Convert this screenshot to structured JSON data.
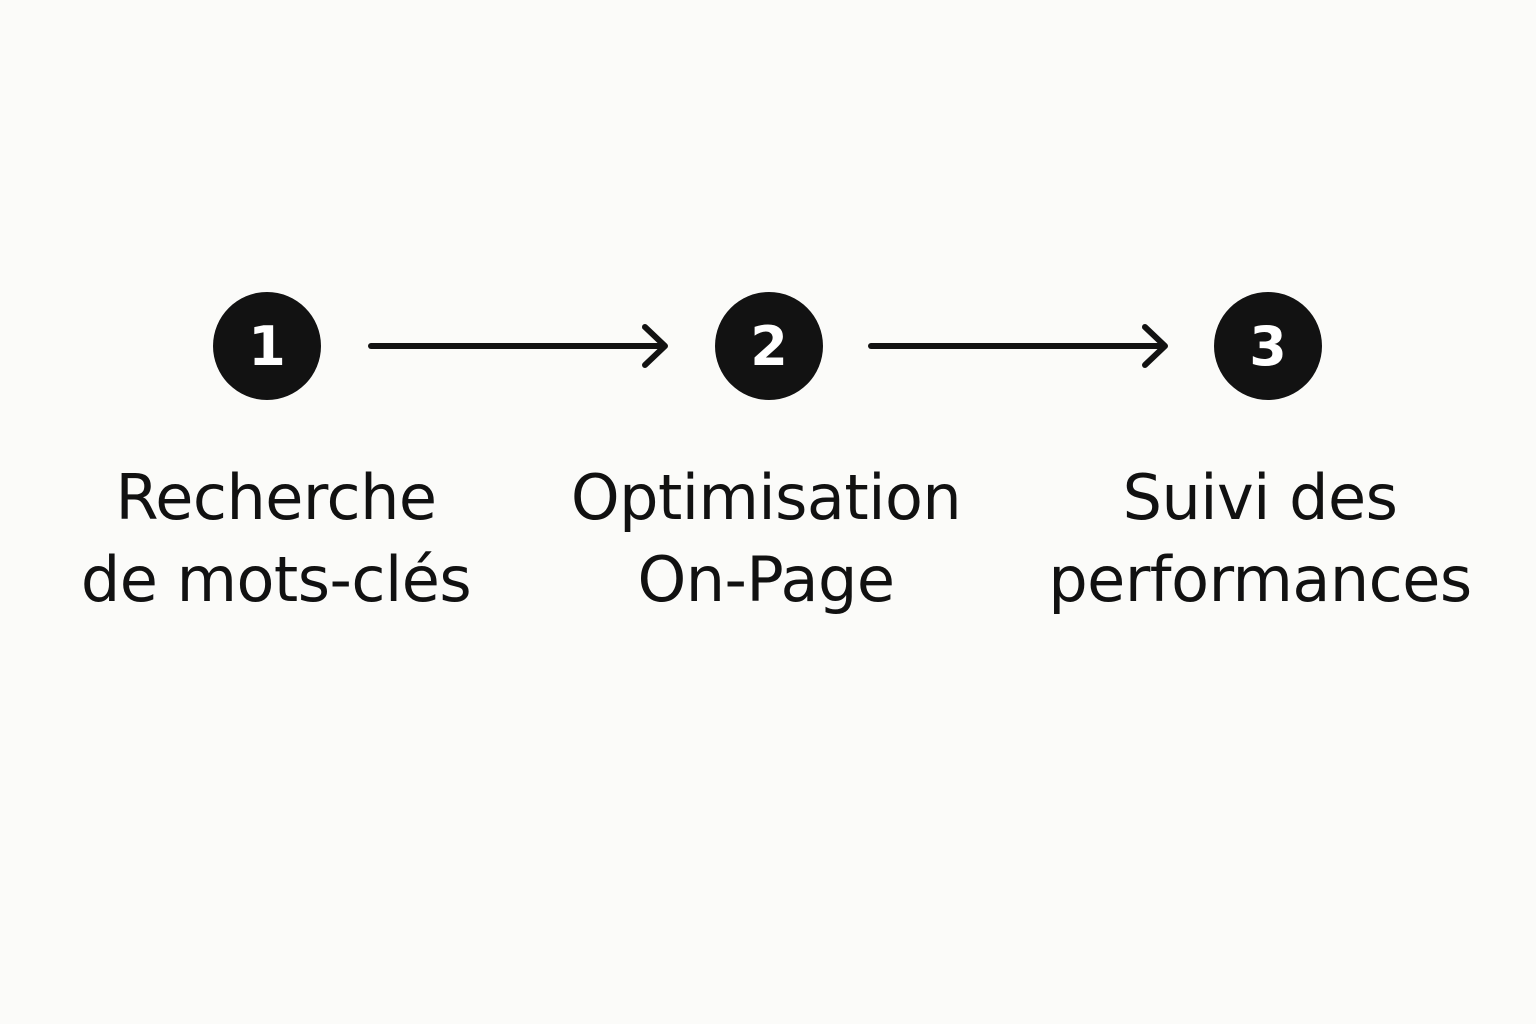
{
  "steps": [
    {
      "number": "1",
      "label_line1": "Recherche",
      "label_line2": "de mots-clés"
    },
    {
      "number": "2",
      "label_line1": "Optimisation",
      "label_line2": "On-Page"
    },
    {
      "number": "3",
      "label_line1": "Suivi des",
      "label_line2": "performances"
    }
  ],
  "colors": {
    "background": "#fbfbf9",
    "circle": "#121212",
    "circle_text": "#ffffff",
    "text": "#111111",
    "arrow": "#121212"
  }
}
